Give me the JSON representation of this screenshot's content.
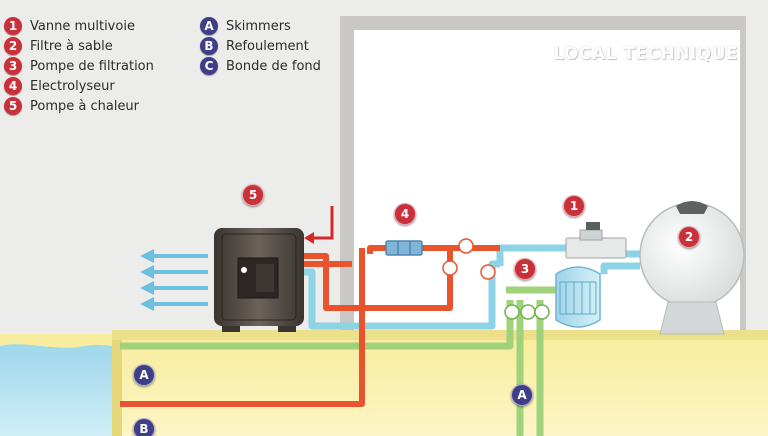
{
  "legend": {
    "equipment": [
      {
        "num": "1",
        "label": "Vanne multivoie"
      },
      {
        "num": "2",
        "label": "Filtre à sable"
      },
      {
        "num": "3",
        "label": "Pompe de filtration"
      },
      {
        "num": "4",
        "label": "Electrolyseur"
      },
      {
        "num": "5",
        "label": "Pompe à chaleur"
      }
    ],
    "circuits": [
      {
        "letter": "A",
        "label": "Skimmers"
      },
      {
        "letter": "B",
        "label": "Refoulement"
      },
      {
        "letter": "C",
        "label": "Bonde de fond"
      }
    ]
  },
  "room_label": "LOCAL TECHNIQUE",
  "markers": {
    "pump_heat": "5",
    "electrolyser": "4",
    "multiport_valve": "1",
    "sand_filter": "2",
    "filtration_pump": "3",
    "skimmer_inlet": "A",
    "skimmer_pipe": "A",
    "return_outlet": "B"
  },
  "colors": {
    "hot_pipe": "#e9542f",
    "cold_pipe": "#8cd3e6",
    "suction_pipe": "#9fd27a",
    "badge_red": "#c9303a",
    "badge_navy": "#3e3f86"
  }
}
